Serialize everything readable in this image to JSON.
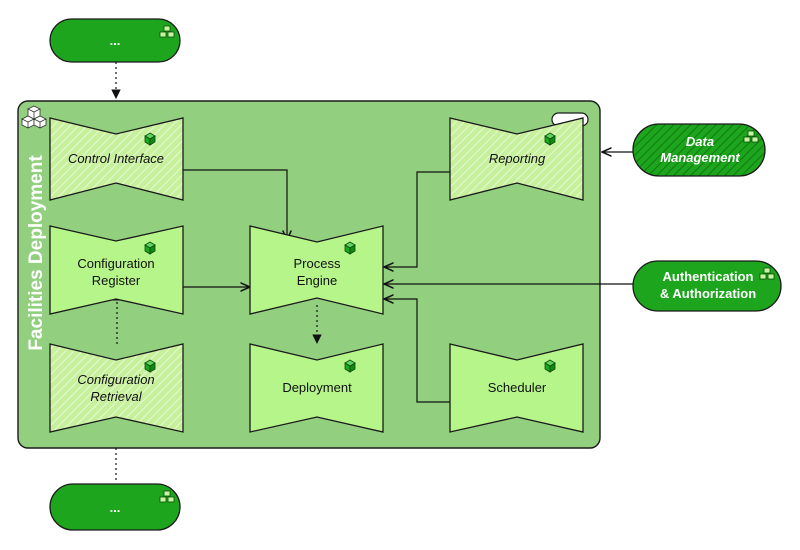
{
  "diagram": {
    "group": {
      "title": "Facilities Deployment"
    },
    "top_node": {
      "label": "..."
    },
    "bottom_node": {
      "label": "..."
    },
    "nodes": {
      "control_interface": {
        "label": "Control Interface"
      },
      "reporting": {
        "label": "Reporting"
      },
      "configuration_register": {
        "line1": "Configuration",
        "line2": "Register"
      },
      "process_engine": {
        "line1": "Process",
        "line2": "Engine"
      },
      "configuration_retrieval": {
        "line1": "Configuration",
        "line2": "Retrieval"
      },
      "deployment": {
        "label": "Deployment"
      },
      "scheduler": {
        "label": "Scheduler"
      }
    },
    "external": {
      "data_management": {
        "line1": "Data",
        "line2": "Management"
      },
      "auth": {
        "line1": "Authentication",
        "line2": "& Authorization"
      }
    }
  },
  "colors": {
    "group_fill": "#92d07f",
    "function_fill": "#b6f58a",
    "pill_fill": "#1ea51e",
    "stroke": "#1a1a1a"
  }
}
